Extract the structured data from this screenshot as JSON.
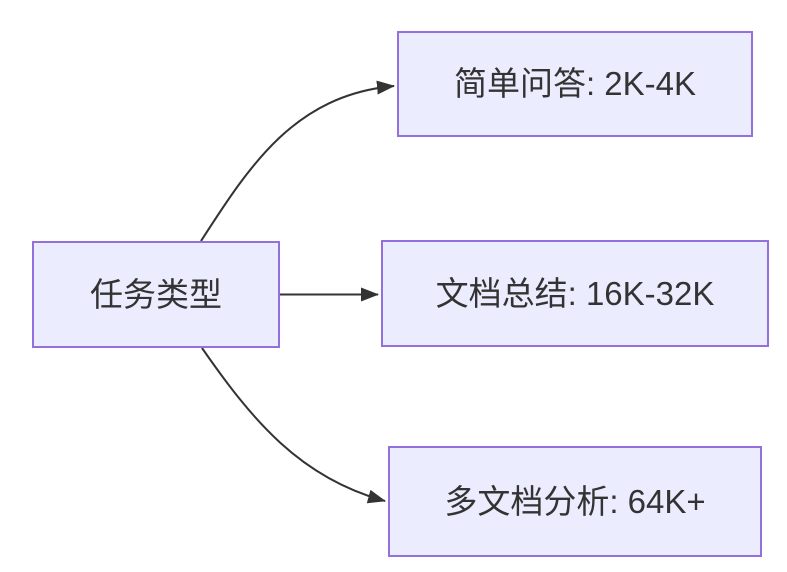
{
  "diagram": {
    "type": "flowchart",
    "root": {
      "label": "任务类型"
    },
    "branches": [
      {
        "label": "简单问答: 2K-4K"
      },
      {
        "label": "文档总结: 16K-32K"
      },
      {
        "label": "多文档分析: 64K+"
      }
    ],
    "colors": {
      "node_fill": "#ECECFF",
      "node_border": "#9370DB",
      "text": "#333333",
      "arrow": "#333333",
      "background": "#FFFFFF"
    }
  }
}
